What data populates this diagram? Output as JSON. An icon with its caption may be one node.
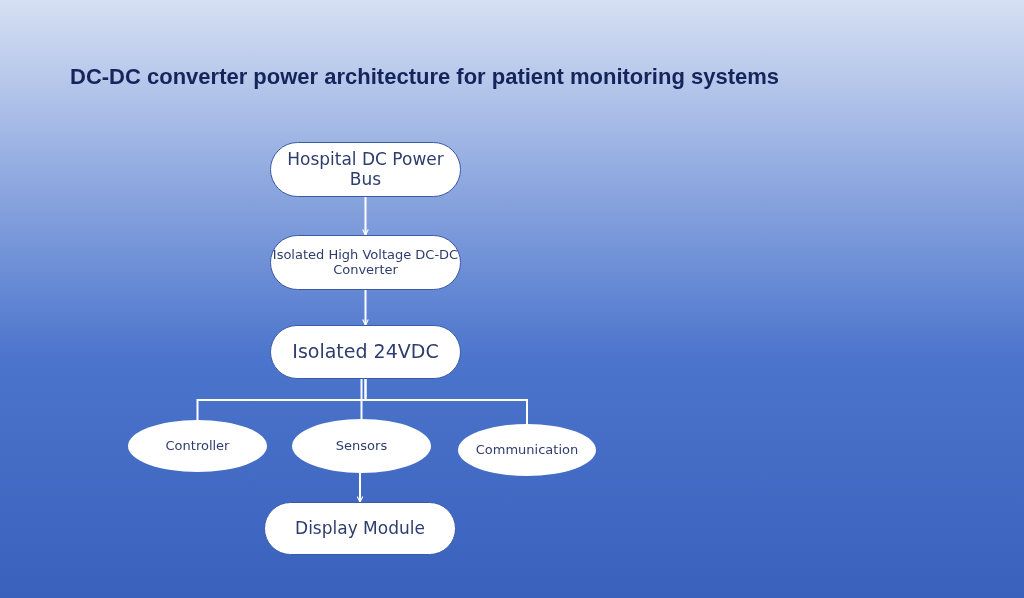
{
  "diagram": {
    "title": "DC-DC converter power architecture for patient monitoring systems",
    "nodes": [
      {
        "text": [
          "Hospital DC Power Bus"
        ]
      },
      {
        "text": [
          "Isolated High Voltage DC-DC Converter"
        ]
      },
      {
        "text": [
          "Isolated 24VDC"
        ]
      },
      {
        "text": [
          "Controller"
        ]
      },
      {
        "text": [
          "Sensors"
        ]
      },
      {
        "text": [
          "Communication"
        ]
      },
      {
        "text": [
          "Display Module"
        ]
      }
    ],
    "edges": [
      {
        "from": 0,
        "to": 1,
        "arrow": "to"
      },
      {
        "from": 1,
        "to": 2,
        "arrow": "to"
      },
      {
        "from": 2,
        "to": 3,
        "arrow": "none"
      },
      {
        "from": 2,
        "to": 4,
        "arrow": "none"
      },
      {
        "from": 2,
        "to": 5,
        "arrow": "none"
      },
      {
        "from": 4,
        "to": 6,
        "arrow": "to"
      }
    ]
  }
}
